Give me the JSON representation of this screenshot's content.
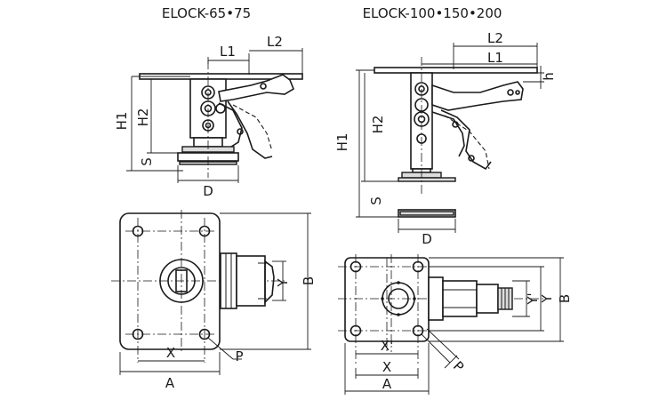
{
  "titles": {
    "left": "ELOCK-65•75",
    "right": "ELOCK-100•150•200"
  },
  "labels": {
    "left_side": {
      "l1": "L1",
      "l2": "L2",
      "h1": "H1",
      "h2": "H2",
      "s": "S",
      "d": "D"
    },
    "left_top": {
      "y": "Y",
      "b": "B",
      "x": "X",
      "a": "A",
      "p": "P"
    },
    "right_side": {
      "l2": "L2",
      "l1": "L1",
      "h": "h",
      "h1": "H1",
      "h2": "H2",
      "s": "S",
      "d": "D"
    },
    "right_top": {
      "y_prime": "Y'",
      "y": "Y",
      "b": "B",
      "x_prime": "X'",
      "x": "X",
      "a": "A",
      "p": "P"
    }
  }
}
